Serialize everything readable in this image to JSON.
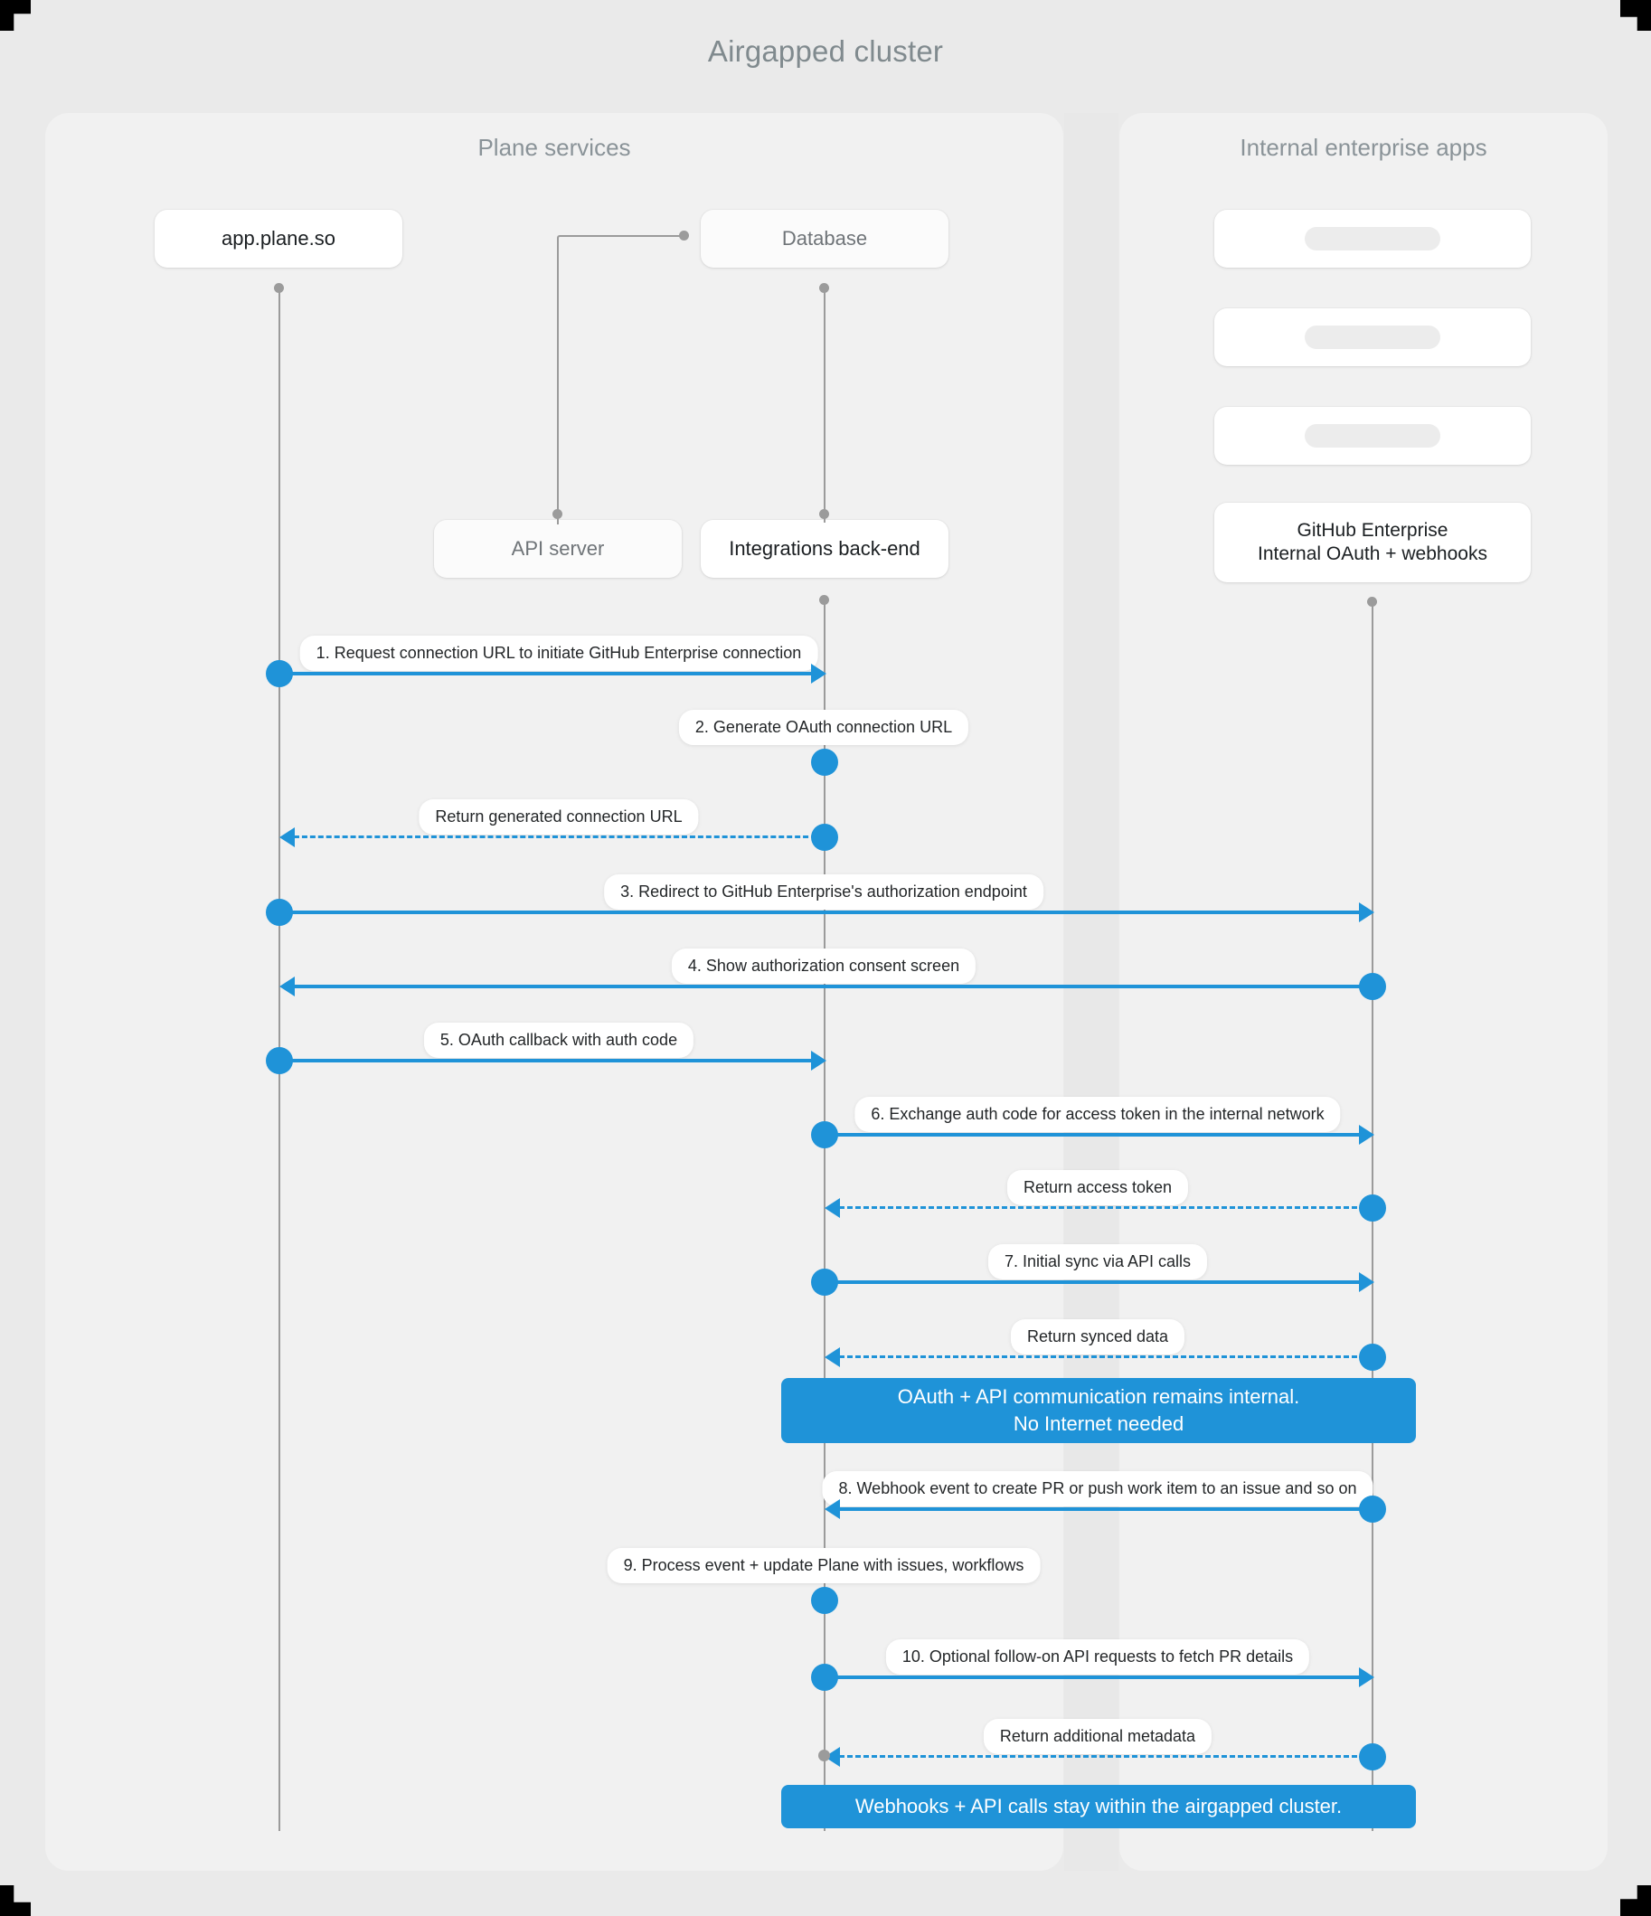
{
  "title": "Airgapped cluster",
  "panels": {
    "left": {
      "title": "Plane services"
    },
    "right": {
      "title": "Internal enterprise apps"
    }
  },
  "participants": {
    "app": "app.plane.so",
    "database": "Database",
    "api_server": "API server",
    "integrations_backend": "Integrations back-end",
    "github_enterprise": "GitHub Enterprise\nInternal OAuth + webhooks",
    "github_enterprise_line1": "GitHub Enterprise",
    "github_enterprise_line2": "Internal OAuth + webhooks",
    "placeholder_1": "",
    "placeholder_2": "",
    "placeholder_3": ""
  },
  "messages": [
    {
      "id": 1,
      "label": "1. Request connection URL to initiate GitHub Enterprise connection",
      "from": "app",
      "to": "integrations_backend",
      "style": "solid"
    },
    {
      "id": 2,
      "label": "2. Generate OAuth connection URL",
      "from": "integrations_backend",
      "to": "integrations_backend",
      "style": "self"
    },
    {
      "id": 3,
      "label": "Return generated connection URL",
      "from": "integrations_backend",
      "to": "app",
      "style": "dashed"
    },
    {
      "id": 4,
      "label": "3. Redirect to GitHub Enterprise's authorization endpoint",
      "from": "app",
      "to": "github_enterprise",
      "style": "solid"
    },
    {
      "id": 5,
      "label": "4. Show authorization consent screen",
      "from": "github_enterprise",
      "to": "app",
      "style": "solid"
    },
    {
      "id": 6,
      "label": "5. OAuth callback with auth code",
      "from": "app",
      "to": "integrations_backend",
      "style": "solid"
    },
    {
      "id": 7,
      "label": "6. Exchange auth code for access token in the internal network",
      "from": "integrations_backend",
      "to": "github_enterprise",
      "style": "solid"
    },
    {
      "id": 8,
      "label": "Return access token",
      "from": "github_enterprise",
      "to": "integrations_backend",
      "style": "dashed"
    },
    {
      "id": 9,
      "label": "7. Initial sync via API calls",
      "from": "integrations_backend",
      "to": "github_enterprise",
      "style": "solid"
    },
    {
      "id": 10,
      "label": "Return synced data",
      "from": "github_enterprise",
      "to": "integrations_backend",
      "style": "dashed"
    },
    {
      "id": 11,
      "label": "8. Webhook event to create PR  or push work item to an issue  and so on",
      "from": "github_enterprise",
      "to": "integrations_backend",
      "style": "solid"
    },
    {
      "id": 12,
      "label": "9. Process event + update Plane with issues, workflows",
      "from": "integrations_backend",
      "to": "integrations_backend",
      "style": "self"
    },
    {
      "id": 13,
      "label": "10. Optional follow-on API requests to fetch PR details",
      "from": "integrations_backend",
      "to": "github_enterprise",
      "style": "solid"
    },
    {
      "id": 14,
      "label": "Return additional metadata",
      "from": "github_enterprise",
      "to": "integrations_backend",
      "style": "dashed"
    }
  ],
  "notes": [
    {
      "id": "note-a",
      "line1": "OAuth + API communication remains internal.",
      "line2": "No Internet needed"
    },
    {
      "id": "note-b",
      "line1": "Webhooks + API calls stay within the airgapped cluster.",
      "line2": ""
    }
  ],
  "colors": {
    "accent": "#1f93d8",
    "page_background": "#eaeaea",
    "panel_background": "#f1f1f1",
    "node_background": "#ffffff",
    "lifeline": "#9b9b9b",
    "title_text": "#808a8e"
  }
}
